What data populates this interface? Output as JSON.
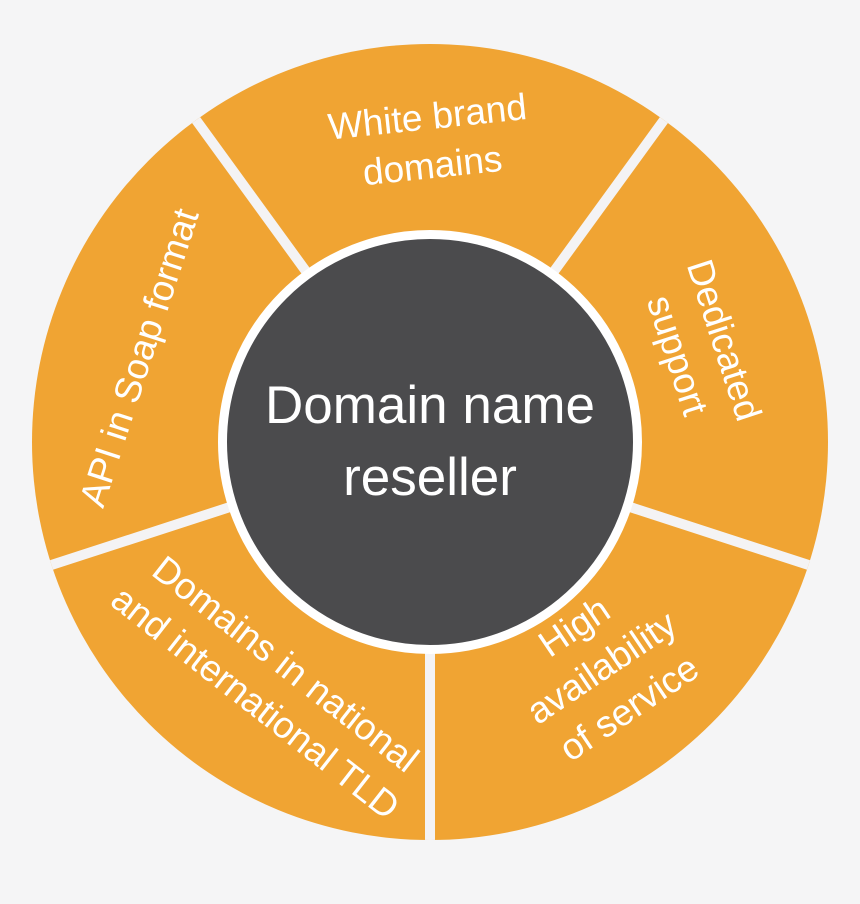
{
  "diagram": {
    "center_title": "Domain name\nreseller",
    "segments": [
      {
        "id": "white-brand-domains",
        "label": "White brand\ndomains"
      },
      {
        "id": "dedicated-support",
        "label": "Dedicated support"
      },
      {
        "id": "high-availability-of-service",
        "label": "High availability\nof service"
      },
      {
        "id": "domains-in-national-and-international-tld",
        "label": "Domains in national\nand international TLD"
      },
      {
        "id": "api-in-soap-format",
        "label": "API in Soap format"
      }
    ]
  },
  "colors": {
    "ring-orange": "#F0A433",
    "center-gray": "#4B4B4D",
    "background": "#F5F5F6",
    "divider": "#F4F3F4",
    "text-white": "#FFFFFF"
  }
}
